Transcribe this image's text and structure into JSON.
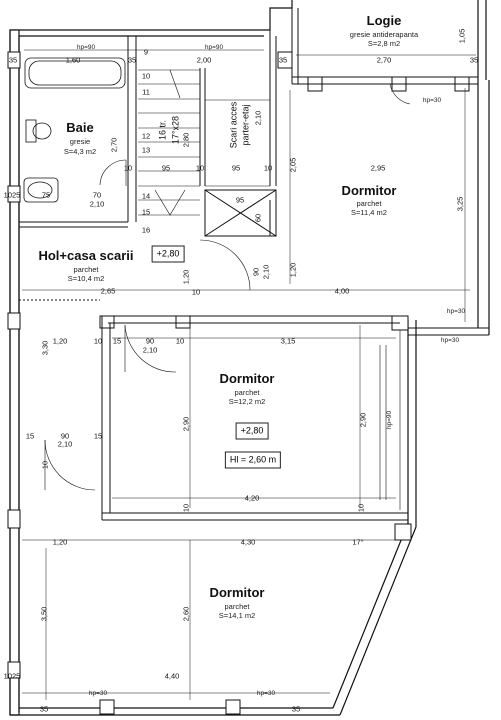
{
  "rooms": {
    "baie": {
      "name": "Baie",
      "floor": "gresie",
      "area": "S=4,3 m2"
    },
    "logie": {
      "name": "Logie",
      "floor": "gresie antiderapanta",
      "area": "S=2,8 m2"
    },
    "dormitor1": {
      "name": "Dormitor",
      "floor": "parchet",
      "area": "S=11,4 m2"
    },
    "hol": {
      "name": "Hol+casa scarii",
      "floor": "parchet",
      "area": "S=10,4 m2"
    },
    "dormitor2": {
      "name": "Dormitor",
      "floor": "parchet",
      "area": "S=12,2 m2"
    },
    "dormitor3": {
      "name": "Dormitor",
      "floor": "parchet",
      "area": "S=14,1 m2"
    }
  },
  "labels": {
    "level_hol": "+2,80",
    "level_dorm": "+2,80",
    "ceiling": "Hl = 2,60 m",
    "stairs_steps": "16 tr.",
    "stairs_size": "17°x28",
    "stairs_access": "Scari acces",
    "stairs_access2": "parter-etaj",
    "angle": "17°",
    "hp30": "hp=30",
    "hp90": "hp=90"
  },
  "dims": {
    "d160": "1,60",
    "d200": "2,00",
    "d270": "2,70",
    "d105": "1,05",
    "d35": "35",
    "d280": "2,80",
    "d295": "2,95",
    "d325": "3,25",
    "d205": "2,05",
    "d210": "2,10",
    "d70": "70",
    "d75": "75",
    "d1025": "1025",
    "d95": "95",
    "d10": "10",
    "d15": "15",
    "d60": "60",
    "d90": "90",
    "d120": "1,20",
    "d265": "2,65",
    "d400": "4,00",
    "d330": "3,30",
    "d315": "3,15",
    "d290": "2,90",
    "d420": "4,20",
    "d430": "4,30",
    "d350": "3,50",
    "d260": "2,60",
    "d440": "4,40",
    "n9": "9",
    "n10": "10",
    "n11": "11",
    "n12": "12",
    "n13": "13",
    "n14": "14",
    "n15": "15",
    "n16": "16"
  }
}
